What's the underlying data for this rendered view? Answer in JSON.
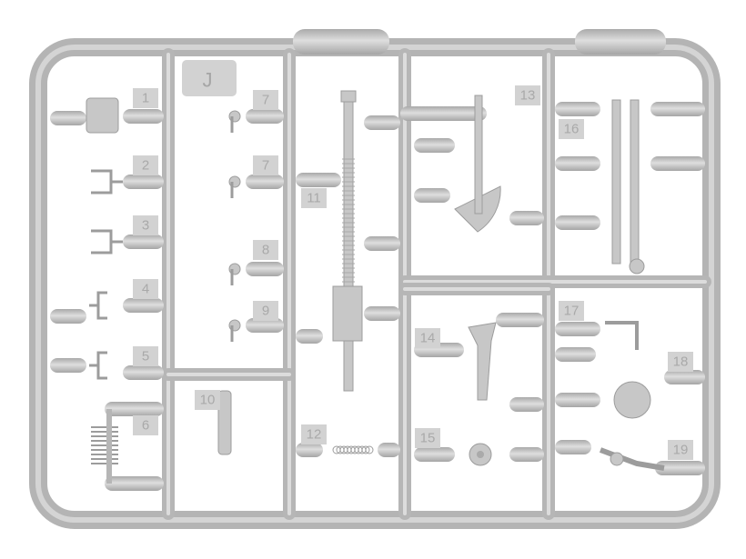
{
  "sprue": {
    "letter": "J",
    "part_numbers": [
      "1",
      "2",
      "3",
      "4",
      "5",
      "6",
      "7",
      "7",
      "8",
      "9",
      "10",
      "11",
      "12",
      "13",
      "14",
      "15",
      "16",
      "17",
      "18",
      "19"
    ]
  },
  "colors": {
    "plastic": "#bdbdbd",
    "highlight": "#dcdcdc",
    "label_box": "#d2d2d2",
    "background": "#ffffff"
  }
}
